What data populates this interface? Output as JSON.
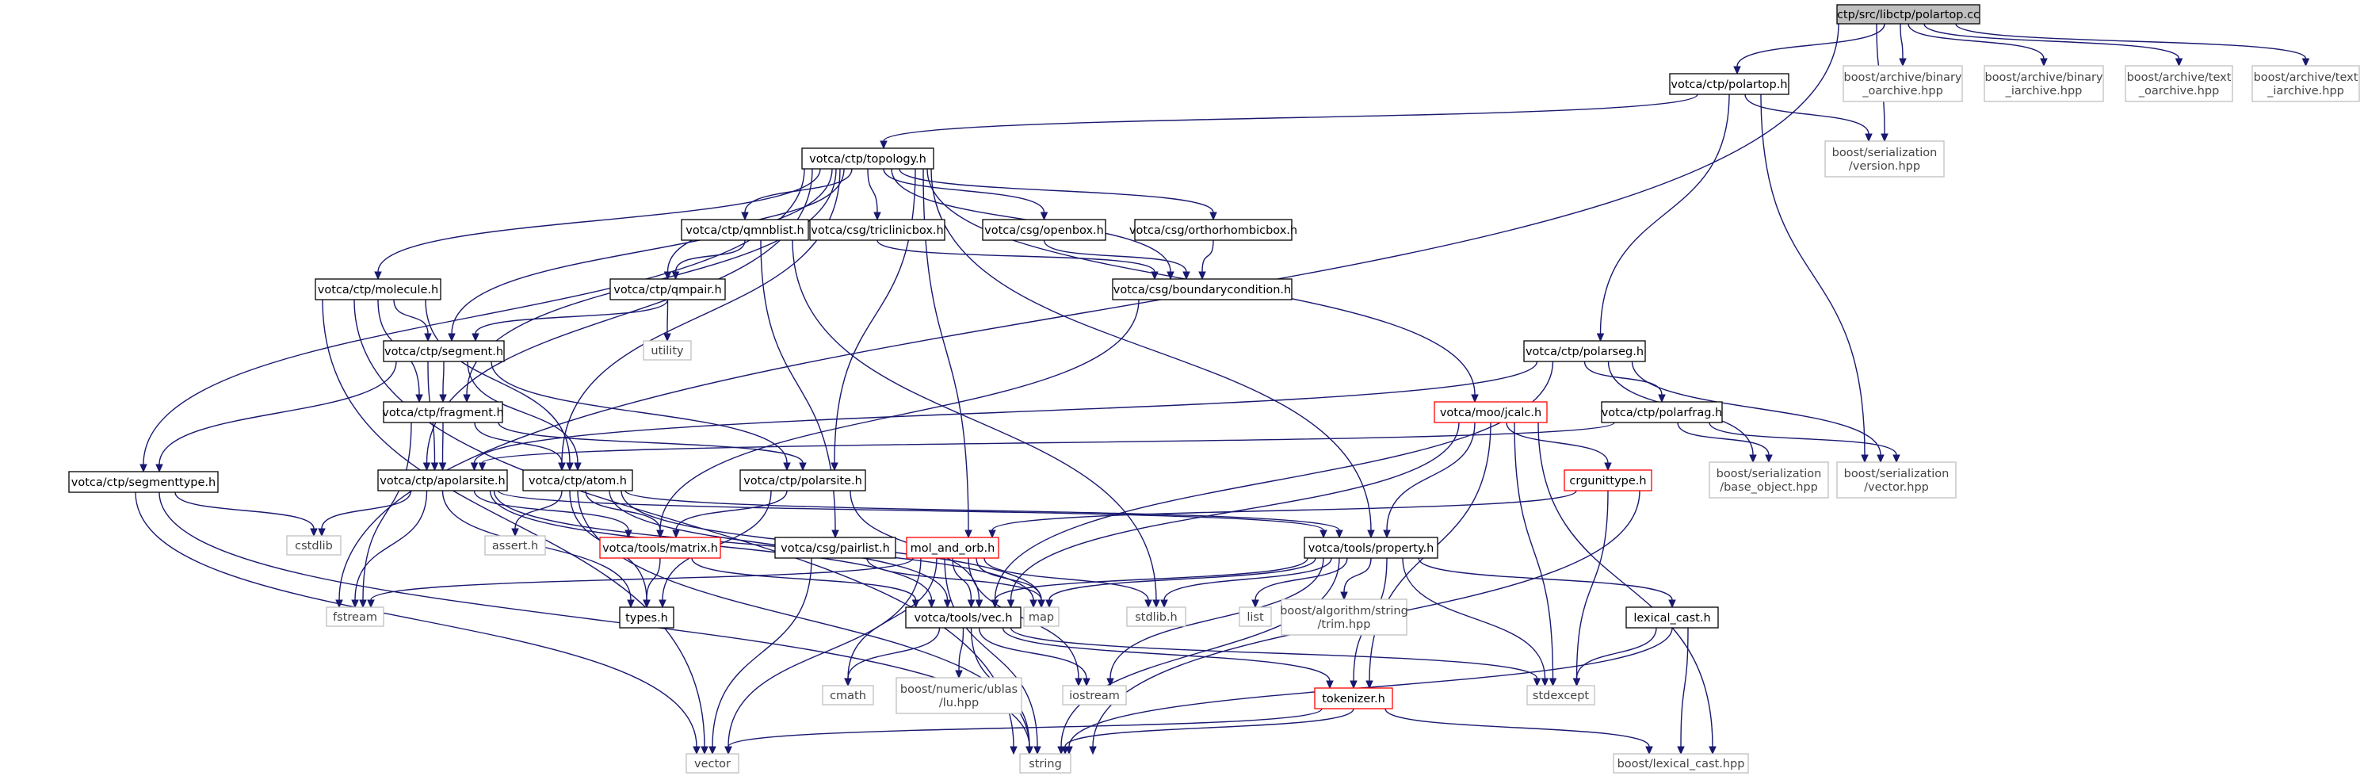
{
  "colors": {
    "edge": "#191970",
    "root_fill": "#bfbfbf",
    "std_border": "#000000",
    "ext_border": "#bfbfbf",
    "incomplete_border": "#ff0000"
  },
  "nodes": {
    "root": {
      "lines": [
        "ctp/src/libctp/polartop.cc"
      ]
    },
    "polartop_h": {
      "lines": [
        "votca/ctp/polartop.h"
      ]
    },
    "boost_bin_oarchive": {
      "lines": [
        "boost/archive/binary",
        "_oarchive.hpp"
      ]
    },
    "boost_bin_iarchive": {
      "lines": [
        "boost/archive/binary",
        "_iarchive.hpp"
      ]
    },
    "boost_txt_oarchive": {
      "lines": [
        "boost/archive/text",
        "_oarchive.hpp"
      ]
    },
    "boost_txt_iarchive": {
      "lines": [
        "boost/archive/text",
        "_iarchive.hpp"
      ]
    },
    "topology_h": {
      "lines": [
        "votca/ctp/topology.h"
      ]
    },
    "boost_ser_version": {
      "lines": [
        "boost/serialization",
        "/version.hpp"
      ]
    },
    "qmnblist_h": {
      "lines": [
        "votca/ctp/qmnblist.h"
      ]
    },
    "triclinicbox_h": {
      "lines": [
        "votca/csg/triclinicbox.h"
      ]
    },
    "openbox_h": {
      "lines": [
        "votca/csg/openbox.h"
      ]
    },
    "orthorhombicbox_h": {
      "lines": [
        "votca/csg/orthorhombicbox.h"
      ]
    },
    "molecule_h": {
      "lines": [
        "votca/ctp/molecule.h"
      ]
    },
    "qmpair_h": {
      "lines": [
        "votca/ctp/qmpair.h"
      ]
    },
    "boundarycondition_h": {
      "lines": [
        "votca/csg/boundarycondition.h"
      ]
    },
    "utility": {
      "lines": [
        "utility"
      ]
    },
    "segment_h": {
      "lines": [
        "votca/ctp/segment.h"
      ]
    },
    "polarseg_h": {
      "lines": [
        "votca/ctp/polarseg.h"
      ]
    },
    "fragment_h": {
      "lines": [
        "votca/ctp/fragment.h"
      ]
    },
    "jcalc_h": {
      "lines": [
        "votca/moo/jcalc.h"
      ]
    },
    "polarfrag_h": {
      "lines": [
        "votca/ctp/polarfrag.h"
      ]
    },
    "segmenttype_h": {
      "lines": [
        "votca/ctp/segmenttype.h"
      ]
    },
    "apolarsite_h": {
      "lines": [
        "votca/ctp/apolarsite.h"
      ]
    },
    "atom_h": {
      "lines": [
        "votca/ctp/atom.h"
      ]
    },
    "polarsite_h": {
      "lines": [
        "votca/ctp/polarsite.h"
      ]
    },
    "crgunittype_h": {
      "lines": [
        "crgunittype.h"
      ]
    },
    "boost_base_object": {
      "lines": [
        "boost/serialization",
        "/base_object.hpp"
      ]
    },
    "boost_ser_vector": {
      "lines": [
        "boost/serialization",
        "/vector.hpp"
      ]
    },
    "cstdlib": {
      "lines": [
        "cstdlib"
      ]
    },
    "assert_h": {
      "lines": [
        "assert.h"
      ]
    },
    "matrix_h": {
      "lines": [
        "votca/tools/matrix.h"
      ]
    },
    "pairlist_h": {
      "lines": [
        "votca/csg/pairlist.h"
      ]
    },
    "mol_and_orb_h": {
      "lines": [
        "mol_and_orb.h"
      ]
    },
    "property_h": {
      "lines": [
        "votca/tools/property.h"
      ]
    },
    "fstream": {
      "lines": [
        "fstream"
      ]
    },
    "types_h": {
      "lines": [
        "types.h"
      ]
    },
    "map": {
      "lines": [
        "map"
      ]
    },
    "stdlib_h": {
      "lines": [
        "stdlib.h"
      ]
    },
    "list": {
      "lines": [
        "list"
      ]
    },
    "boost_trim": {
      "lines": [
        "boost/algorithm/string",
        "/trim.hpp"
      ]
    },
    "lexical_cast_h": {
      "lines": [
        "lexical_cast.h"
      ]
    },
    "vec_h": {
      "lines": [
        "votca/tools/vec.h"
      ]
    },
    "cmath": {
      "lines": [
        "cmath"
      ]
    },
    "boost_lu": {
      "lines": [
        "boost/numeric/ublas",
        "/lu.hpp"
      ]
    },
    "iostream": {
      "lines": [
        "iostream"
      ]
    },
    "tokenizer_h": {
      "lines": [
        "tokenizer.h"
      ]
    },
    "stdexcept": {
      "lines": [
        "stdexcept"
      ]
    },
    "vector": {
      "lines": [
        "vector"
      ]
    },
    "string": {
      "lines": [
        "string"
      ]
    },
    "boost_lexical_cast": {
      "lines": [
        "boost/lexical_cast.hpp"
      ]
    }
  }
}
